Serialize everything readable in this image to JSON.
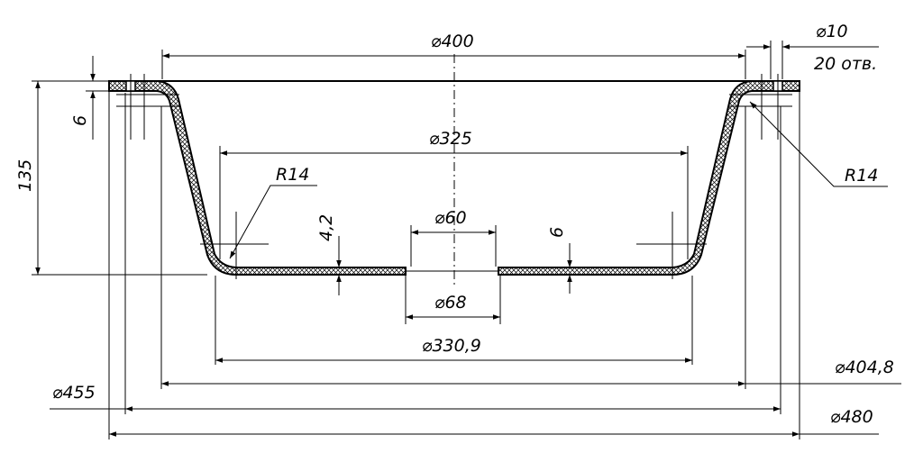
{
  "labels": {
    "d400": "⌀400",
    "d10": "⌀10",
    "holes": "20 отв.",
    "h6_left": "6",
    "h135": "135",
    "d325": "⌀325",
    "r14_left": "R14",
    "r14_right": "R14",
    "t4_2": "4,2",
    "d60": "⌀60",
    "t6_right": "6",
    "d68": "⌀68",
    "d330_9": "⌀330,9",
    "d404_8": "⌀404,8",
    "d455": "⌀455",
    "d480": "⌀480"
  }
}
